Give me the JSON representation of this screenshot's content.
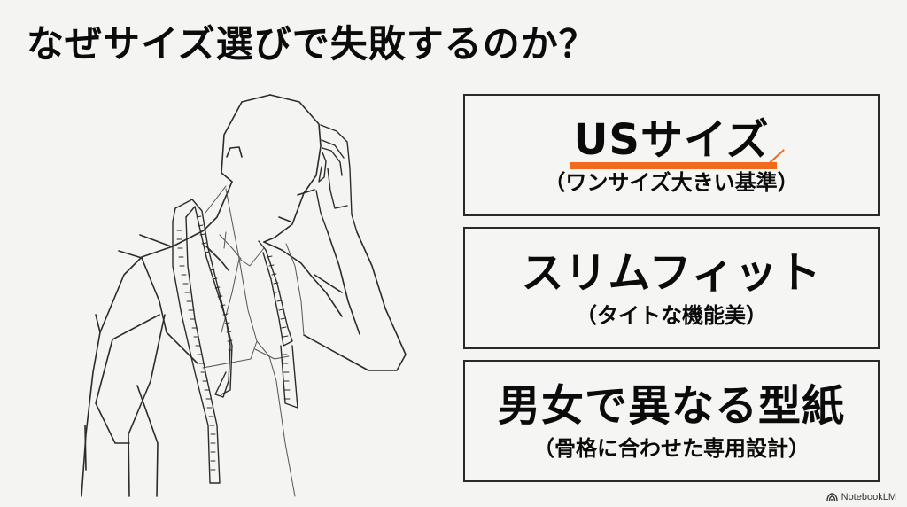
{
  "slide": {
    "title": "なぜサイズ選びで失敗するのか？",
    "background_color": "#f4f4f3",
    "accent_color": "#f26b1d"
  },
  "illustration": {
    "description": "line drawing of a puzzled man holding his head with a tape measure draped around his neck",
    "icon": "person-with-measuring-tape"
  },
  "cards": [
    {
      "main": "USサイズ",
      "sub": "（ワンサイズ大きい基準）",
      "highlighted": true
    },
    {
      "main": "スリムフィット",
      "sub": "（タイトな機能美）",
      "highlighted": false
    },
    {
      "main": "男女で異なる型紙",
      "sub": "（骨格に合わせた専用設計）",
      "highlighted": false
    }
  ],
  "brand": {
    "icon": "notebooklm-logo-icon",
    "label": "NotebookLM"
  }
}
